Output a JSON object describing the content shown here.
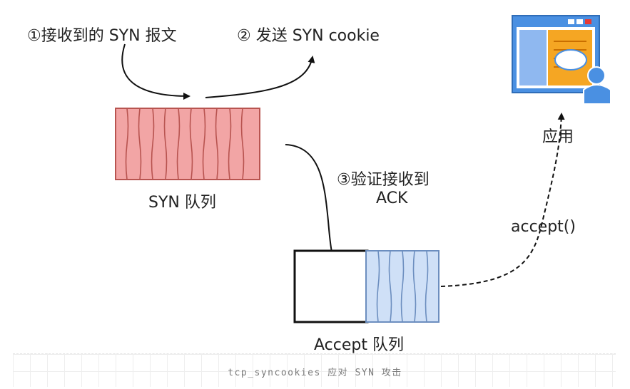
{
  "labels": {
    "step1": "①接收到的 SYN 报文",
    "step2": "② 发送 SYN cookie",
    "syn_queue": "SYN 队列",
    "step3_line1": "③验证接收到",
    "step3_line2": "ACK",
    "app": "应用",
    "accept_call": "accept()",
    "accept_queue": "Accept 队列"
  },
  "caption": "tcp_syncookies 应对 SYN 攻击",
  "colors": {
    "syn_fill": "#f2a5a5",
    "syn_stroke": "#b85450",
    "accept_fill": "#cfe0f7",
    "accept_stroke": "#6c8ebf",
    "arrow": "#111111"
  },
  "icons": {
    "app": "application-window-user-icon"
  }
}
